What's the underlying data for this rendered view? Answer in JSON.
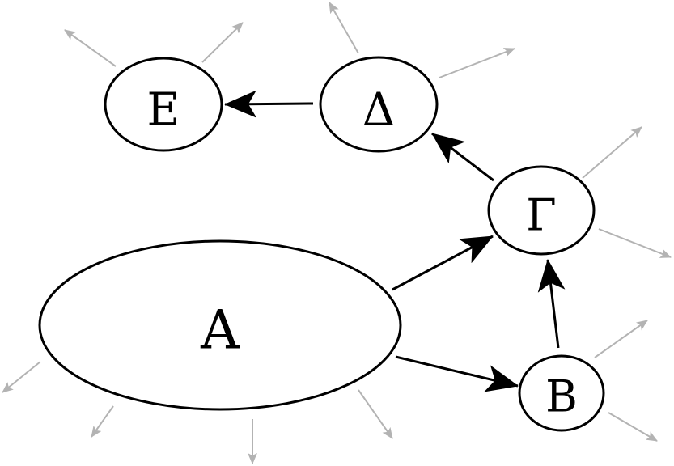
{
  "diagram": {
    "colors": {
      "node_stroke": "#000000",
      "node_fill": "#ffffff",
      "edge": "#000000",
      "stub": "#b3b3b3"
    },
    "nodes": [
      {
        "id": "A",
        "label": "A"
      },
      {
        "id": "B",
        "label": "B"
      },
      {
        "id": "G",
        "label": "Γ"
      },
      {
        "id": "D",
        "label": "Δ"
      },
      {
        "id": "E",
        "label": "E"
      }
    ],
    "edges": [
      {
        "from": "A",
        "to": "B"
      },
      {
        "from": "A",
        "to": "G"
      },
      {
        "from": "B",
        "to": "G"
      },
      {
        "from": "G",
        "to": "D"
      },
      {
        "from": "D",
        "to": "E"
      }
    ]
  }
}
